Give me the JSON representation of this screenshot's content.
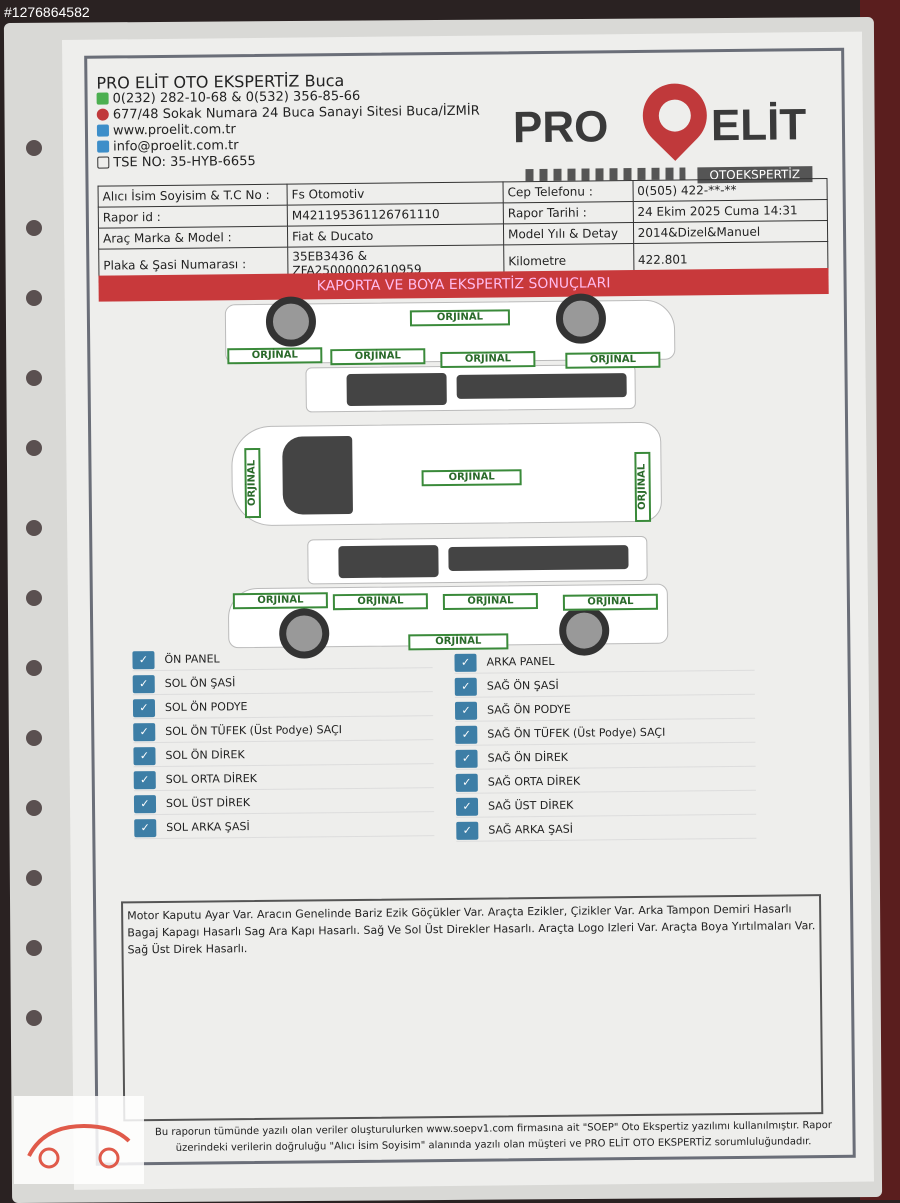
{
  "watermark": "#1276864582",
  "company": {
    "name": "PRO ELİT OTO EKSPERTİZ Buca",
    "phone": "0(232) 282-10-68 & 0(532) 356-85-66",
    "address": "677/48 Sokak Numara 24 Buca Sanayi Sitesi Buca/İZMİR",
    "web": "www.proelit.com.tr",
    "email": "info@proelit.com.tr",
    "tse": "TSE NO: 35-HYB-6655"
  },
  "logo": {
    "pro": "PRO",
    "elit": "ELİT",
    "sub": "OTOEKSPERTİZ"
  },
  "info": [
    [
      "Alıcı İsim Soyisim & T.C No :",
      "Fs Otomotiv",
      "Cep Telefonu :",
      "0(505) 422-**-**"
    ],
    [
      "Rapor id :",
      "M421195361126761110",
      "Rapor Tarihi :",
      "24 Ekim 2025 Cuma 14:31"
    ],
    [
      "Araç Marka & Model :",
      "Fiat & Ducato",
      "Model Yılı & Detay",
      "2014&Dizel&Manuel"
    ],
    [
      "Plaka & Şasi Numarası :",
      "35EB3436 & ZFA25000002610959",
      "Kilometre",
      "422.801"
    ]
  ],
  "section_title": "KAPORTA VE BOYA EKSPERTİZ SONUÇLARI",
  "part_status": "ORJİNAL",
  "checks_left": [
    "ÖN PANEL",
    "SOL ÖN ŞASİ",
    "SOL ÖN PODYE",
    "SOL ÖN TÜFEK (Üst Podye) SAÇI",
    "SOL ÖN DİREK",
    "SOL ORTA DİREK",
    "SOL ÜST DİREK",
    "SOL ARKA ŞASİ"
  ],
  "checks_right": [
    "ARKA PANEL",
    "SAĞ ÖN ŞASİ",
    "SAĞ ÖN PODYE",
    "SAĞ ÖN TÜFEK (Üst Podye) SAÇI",
    "SAĞ ÖN DİREK",
    "SAĞ ORTA DİREK",
    "SAĞ ÜST DİREK",
    "SAĞ ARKA ŞASİ"
  ],
  "check_mark": "✓",
  "notes": "Motor Kaputu Ayar Var. Aracın Genelinde Bariz Ezik Göçükler Var. Araçta Ezikler, Çizikler Var. Arka Tampon Demiri Hasarlı Bagaj Kapagı Hasarlı Sag Ara Kapı Hasarlı. Sağ Ve Sol Üst Direkler Hasarlı. Araçta Logo Izleri Var. Araçta Boya Yırtılmaları Var. Sağ Üst Direk Hasarlı.",
  "footer": "Bu raporun tümünde yazılı olan veriler oluşturulurken www.soepv1.com firmasına ait \"SOEP\" Oto Ekspertiz yazılımı kullanılmıştır. Rapor üzerindeki verilerin doğruluğu \"Alıcı İsim Soyisim\" alanında yazılı olan müşteri ve PRO ELİT OTO EKSPERTİZ sorumluluğundadır."
}
